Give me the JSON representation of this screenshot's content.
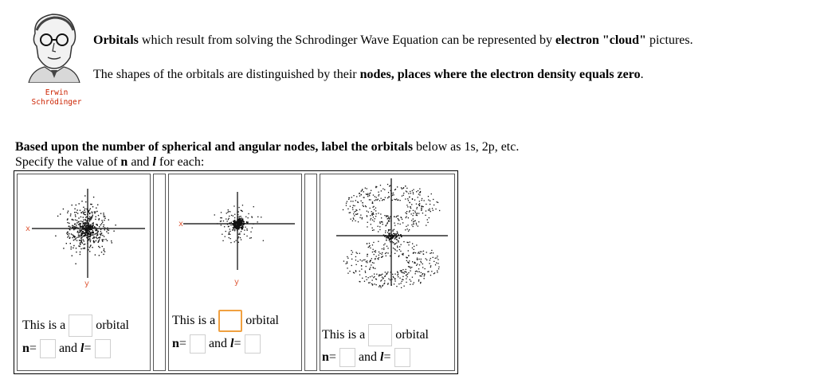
{
  "portrait": {
    "caption_line1": "Erwin",
    "caption_line2": "Schrödinger"
  },
  "intro": {
    "line1_bold1": "Orbitals",
    "line1_text1": " which result from solving the Schrodinger Wave Equation can be represented by ",
    "line1_bold2": "electron \"cloud\"",
    "line1_text2": " pictures.",
    "line2_text1": "The shapes of the orbitals are distinguished by their ",
    "line2_bold": "nodes, places where the electron density equals zero",
    "line2_text2": "."
  },
  "instructions": {
    "line1_bold": "Based upon the number of spherical and angular nodes, label the orbitals",
    "line1_text": " below as 1s, 2p, etc.",
    "line2_text1": "Specify the value of ",
    "line2_n": "n",
    "line2_and": " and ",
    "line2_l": "l",
    "line2_text2": " for each:"
  },
  "panels": [
    {
      "axis_x": "x",
      "axis_y": "y",
      "this_is_a": "This is a",
      "orbital": "orbital",
      "n_label": "n",
      "eq": " =",
      "and": "and",
      "l_label": "l",
      "eq2": " =",
      "orbital_value": "",
      "n_value": "",
      "l_value": ""
    },
    {
      "axis_x": "x",
      "axis_y": "y",
      "this_is_a": "This is a",
      "orbital": "orbital",
      "n_label": "n",
      "eq": " =",
      "and": "and",
      "l_label": "l",
      "eq2": " =",
      "orbital_value": "",
      "n_value": "",
      "l_value": ""
    },
    {
      "this_is_a": "This is a",
      "orbital": "orbital",
      "n_label": "n",
      "eq": " =",
      "and": "and",
      "l_label": "l",
      "eq2": " =",
      "orbital_value": "",
      "n_value": "",
      "l_value": ""
    }
  ]
}
